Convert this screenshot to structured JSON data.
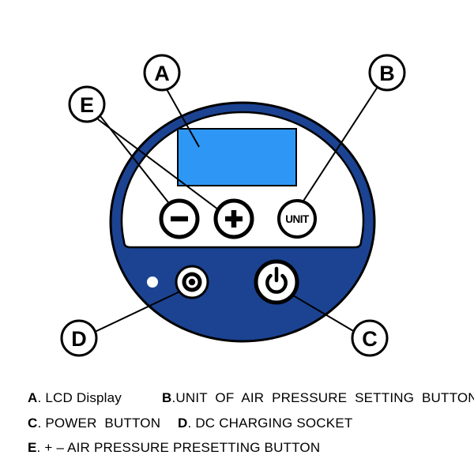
{
  "diagram": {
    "colors": {
      "body": "#1b4392",
      "lcd": "#2e97f5",
      "outline": "#000000"
    },
    "callouts": {
      "a": "A",
      "b": "B",
      "c": "C",
      "d": "D",
      "e": "E"
    },
    "buttons": {
      "minus": "−",
      "plus": "+",
      "unit": "UNIT"
    }
  },
  "legend": {
    "rows": [
      {
        "items": [
          {
            "letter": "A",
            "text": ". LCD Display"
          },
          {
            "letter": "B",
            "text": ".UNIT  OF  AIR  PRESSURE  SETTING  BUTTON"
          }
        ]
      },
      {
        "items": [
          {
            "letter": "C",
            "text": ". POWER  BUTTON"
          },
          {
            "letter": "D",
            "text": ". DC CHARGING SOCKET"
          }
        ]
      },
      {
        "items": [
          {
            "letter": "E",
            "text": ". + – AIR PRESSURE PRESETTING BUTTON"
          }
        ]
      }
    ]
  }
}
